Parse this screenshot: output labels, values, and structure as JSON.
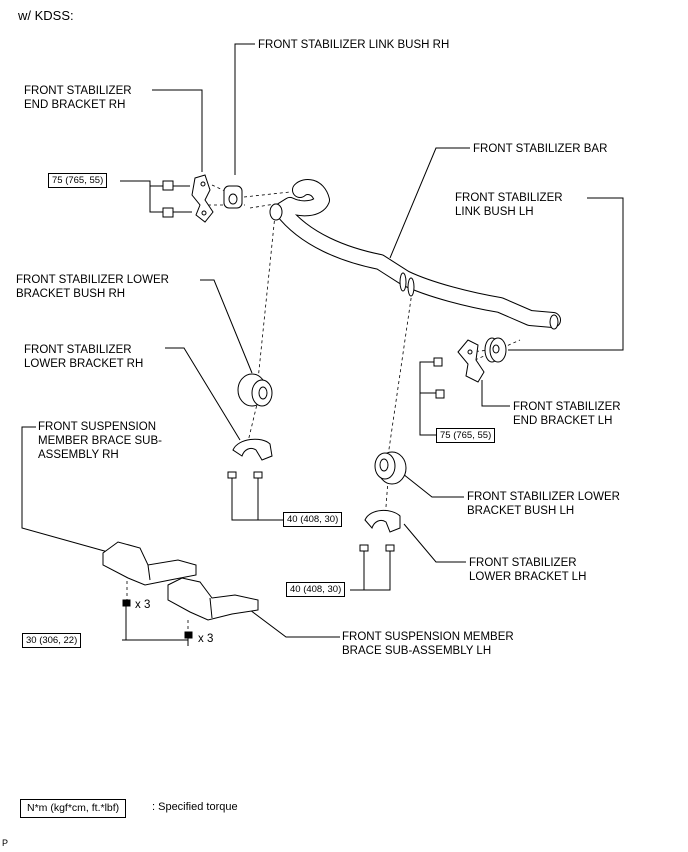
{
  "header": {
    "title": "w/ KDSS:"
  },
  "labels": {
    "link_bush_rh": "FRONT STABILIZER LINK BUSH RH",
    "end_bracket_rh": "FRONT STABILIZER\nEND BRACKET RH",
    "stabilizer_bar": "FRONT STABILIZER BAR",
    "link_bush_lh": "FRONT STABILIZER\nLINK BUSH LH",
    "lower_bracket_bush_rh": "FRONT STABILIZER LOWER\nBRACKET BUSH RH",
    "lower_bracket_rh": "FRONT STABILIZER\nLOWER BRACKET RH",
    "end_bracket_lh": "FRONT STABILIZER\nEND BRACKET LH",
    "brace_rh": "FRONT SUSPENSION\nMEMBER BRACE SUB-\nASSEMBLY RH",
    "lower_bracket_bush_lh": "FRONT STABILIZER LOWER\nBRACKET BUSH LH",
    "lower_bracket_lh": "FRONT STABILIZER\nLOWER BRACKET LH",
    "brace_lh": "FRONT SUSPENSION MEMBER\nBRACE SUB-ASSEMBLY LH"
  },
  "torques": {
    "end_bracket_rh": "75 (765, 55)",
    "end_bracket_lh": "75 (765, 55)",
    "lower_bracket_rh": "40 (408, 30)",
    "lower_bracket_lh": "40 (408, 30)",
    "brace": "30 (306, 22)"
  },
  "multipliers": {
    "upper": "x 3",
    "lower": "x 3"
  },
  "legend": {
    "unit": "N*m (kgf*cm, ft.*lbf)",
    "desc": ": Specified torque"
  },
  "corner_mark": "P"
}
